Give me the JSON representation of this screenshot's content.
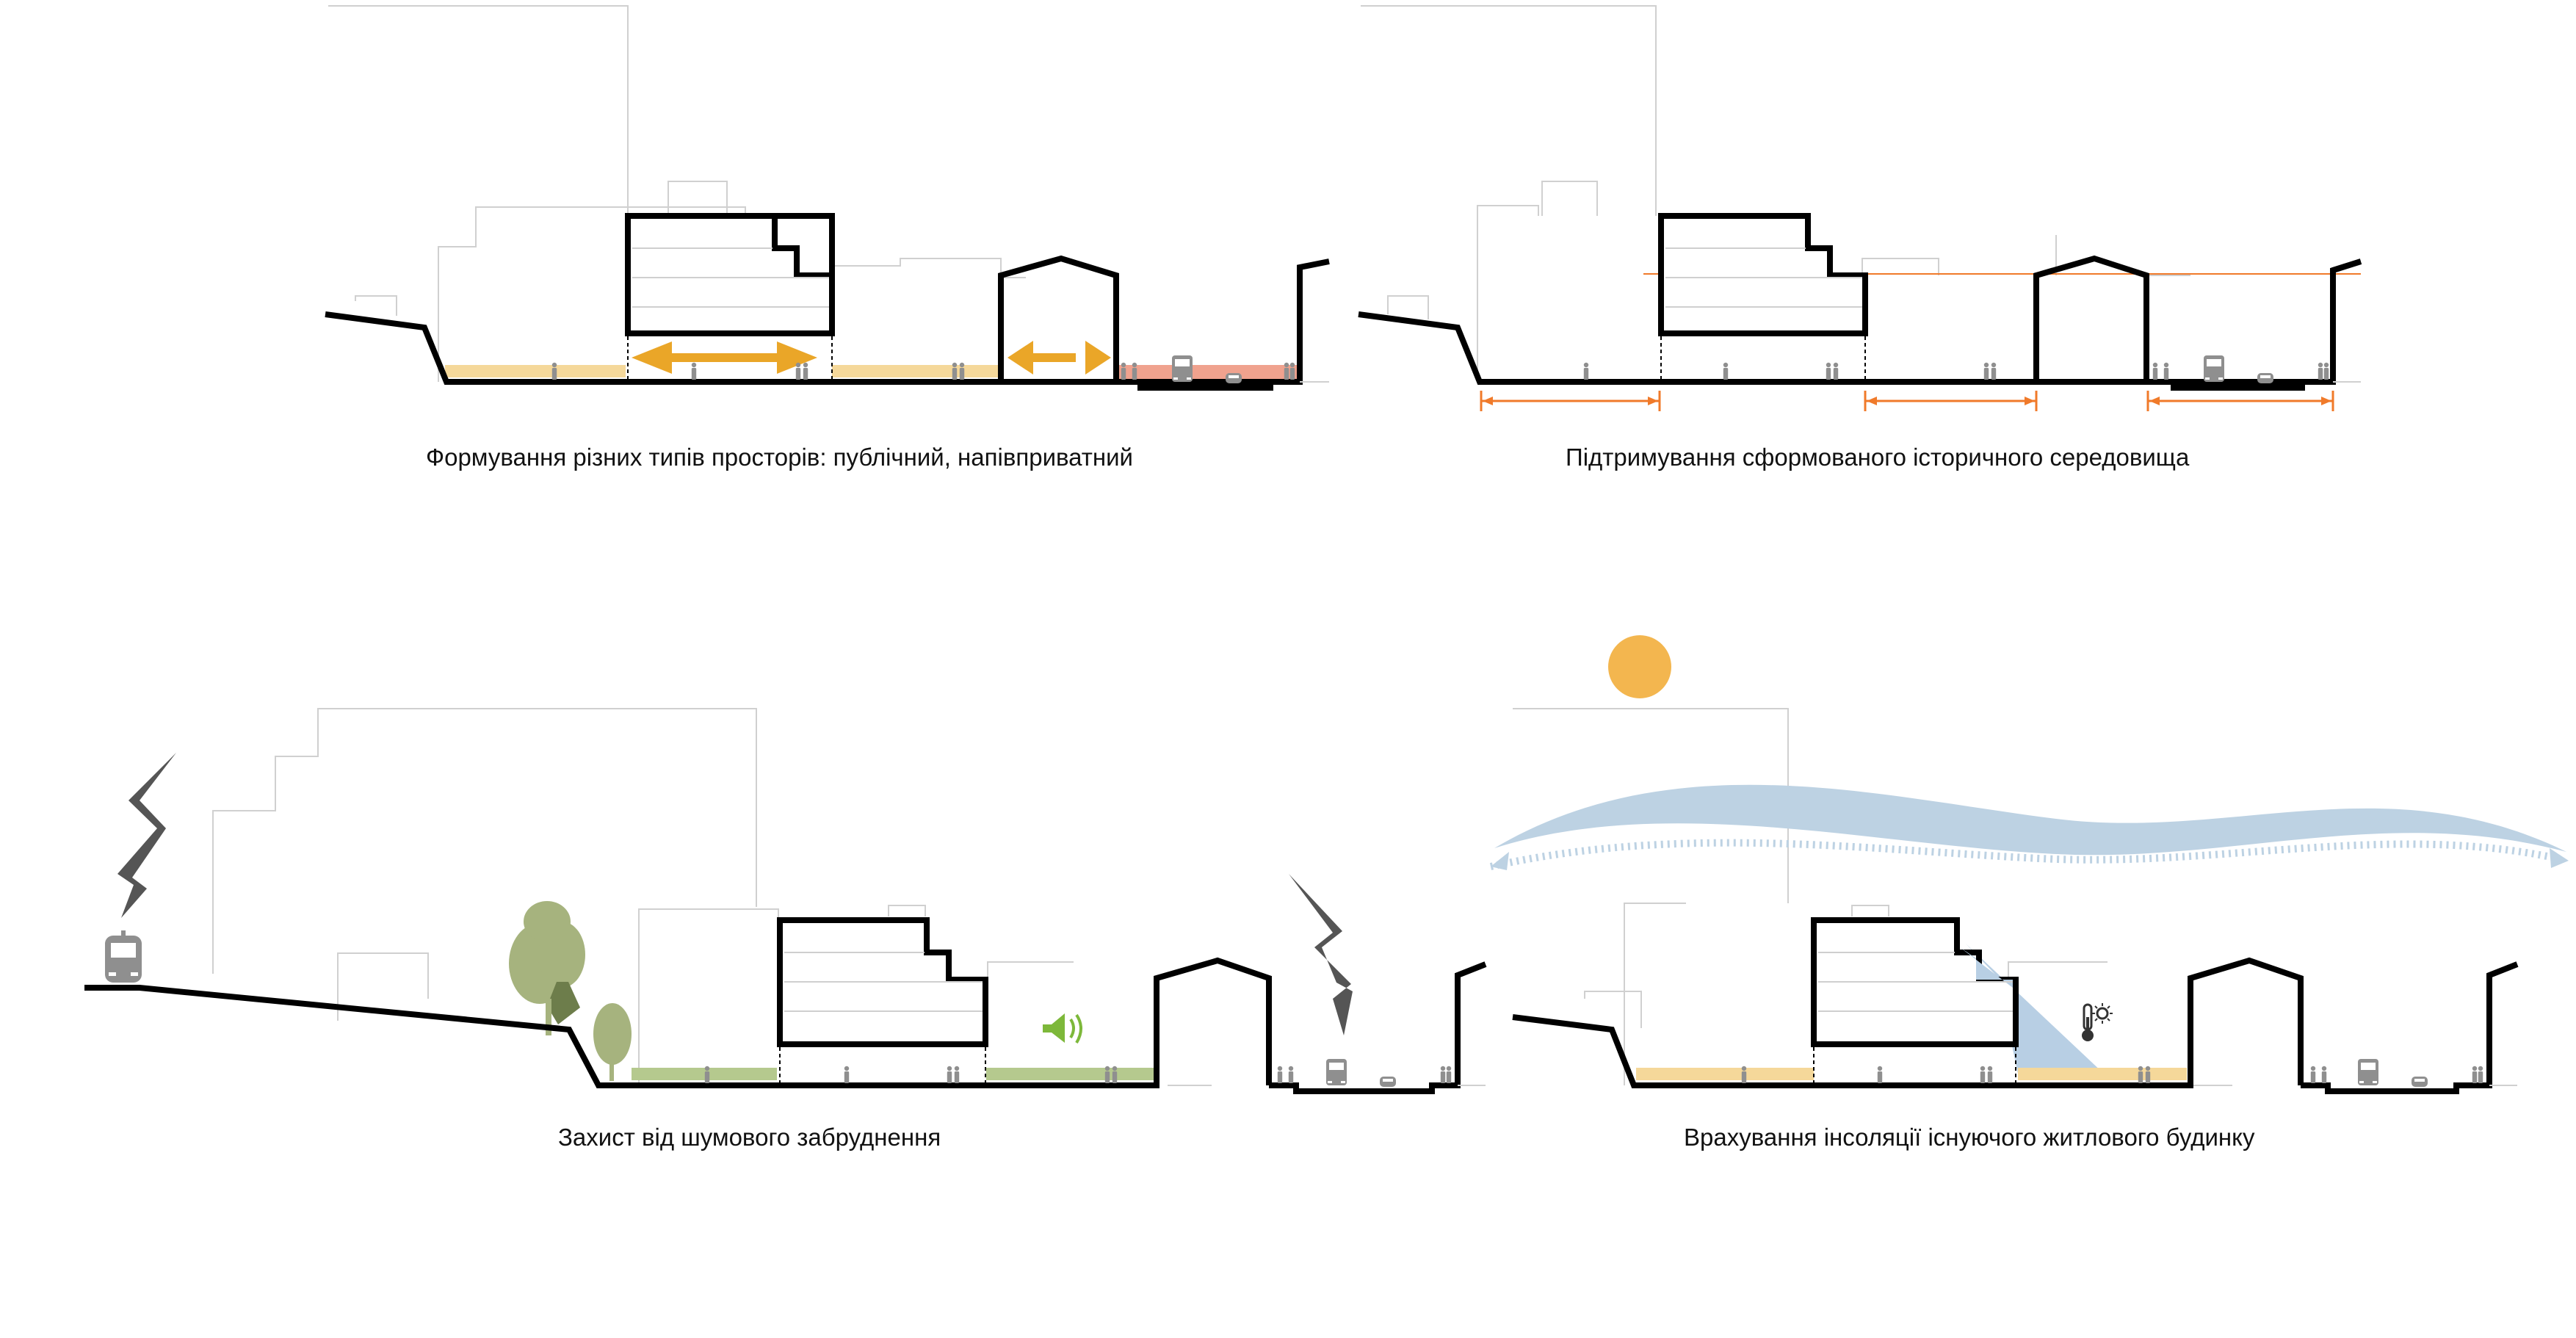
{
  "panels": [
    {
      "id": "spaces",
      "caption": "Формування різних типів просторів: публічний, напівприватний"
    },
    {
      "id": "historic",
      "caption": "Підтримування сформованого історичного середовища"
    },
    {
      "id": "noise",
      "caption": "Захист від шумового забруднення"
    },
    {
      "id": "insolation",
      "caption": "Врахування інсоляції існуючого житлового будинку"
    }
  ],
  "icons": [
    "sun-icon",
    "lightning-icon",
    "speaker-icon",
    "thermometer-sun-icon",
    "tram-icon",
    "bus-icon",
    "car-icon",
    "pedestrian-icon",
    "tree-icon",
    "double-arrow-icon",
    "wind-arc-icon"
  ],
  "colors": {
    "outline": "#000000",
    "context_lines": "#cfcfcf",
    "public_space": "#f5d89a",
    "double_arrow": "#eaa628",
    "street_zone": "#f0a28e",
    "dimension_line": "#f07a2a",
    "green_space": "#b5c98e",
    "speaker": "#7db83a",
    "sun": "#f3b64f",
    "wind": "#bdd2e3",
    "shadow": "#b8cfe4",
    "tree_dark": "#6d7d4b",
    "tree_light": "#a6b37e",
    "figures": "#8f8f8f"
  }
}
